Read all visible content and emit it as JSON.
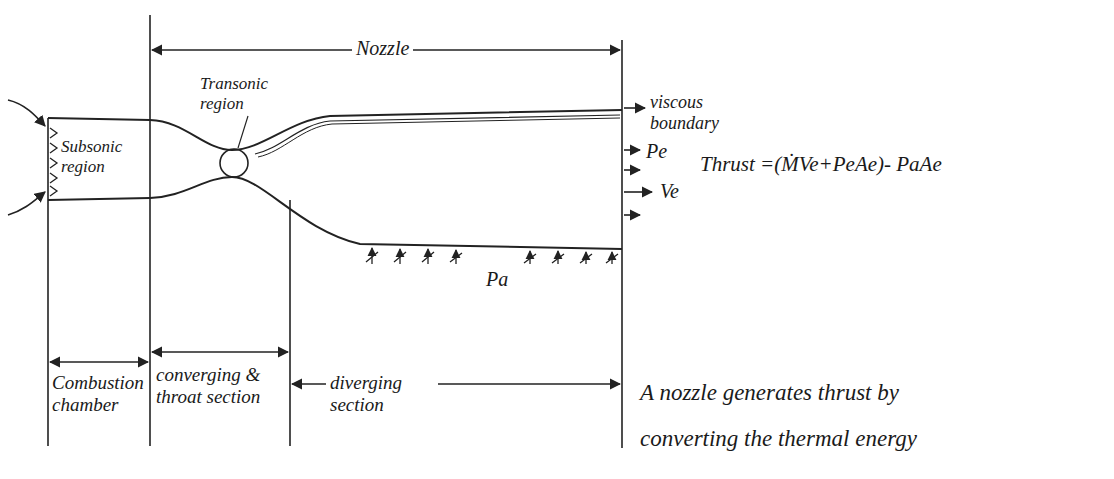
{
  "diagram": {
    "labels": [
      "Nozzle",
      "Transonic region",
      "Subsonic region",
      "viscous boundary",
      "Pe",
      "Ve",
      "Pa",
      "Thrust =(ṀVe+PeAe)- PaAe",
      "Combustion chamber",
      "converging & throat section",
      "diverging section",
      "A nozzle generates thrust by",
      "converting the thermal energy"
    ]
  }
}
